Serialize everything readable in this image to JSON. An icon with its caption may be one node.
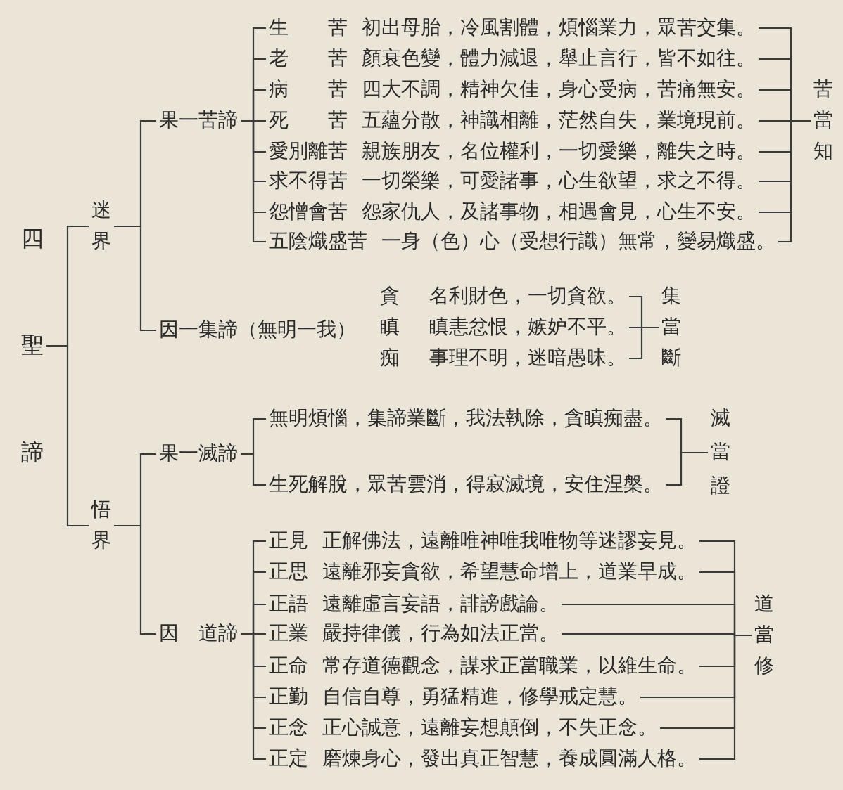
{
  "diagram": {
    "nodes": [
      {
        "text": [
          "四聖諦"
        ]
      },
      {
        "text": [
          "迷界"
        ]
      },
      {
        "text": [
          "悟界"
        ]
      },
      {
        "text": [
          "果一苦諦"
        ]
      },
      {
        "text": [
          "生苦",
          "初出母胎，冷風割體，煩惱業力，眾苦交集。"
        ]
      },
      {
        "text": [
          "老苦",
          "顏衰色變，體力減退，舉止言行，皆不如往。"
        ]
      },
      {
        "text": [
          "病苦",
          "四大不調，精神欠佳，身心受病，苦痛無安。"
        ]
      },
      {
        "text": [
          "死苦",
          "五蘊分散，神識相離，茫然自失，業境現前。"
        ]
      },
      {
        "text": [
          "愛別離苦",
          "親族朋友，名位權利，一切愛樂，離失之時。"
        ]
      },
      {
        "text": [
          "求不得苦",
          "一切榮樂，可愛諸事，心生欲望，求之不得。"
        ]
      },
      {
        "text": [
          "怨憎會苦",
          "怨家仇人，及諸事物，相遇會見，心生不安。"
        ]
      },
      {
        "text": [
          "五陰熾盛苦",
          "一身（色）心（受想行識）無常，變易熾盛。"
        ]
      },
      {
        "text": [
          "苦當知"
        ]
      },
      {
        "text": [
          "因一集諦（無明一我）"
        ]
      },
      {
        "text": [
          "貪",
          "名利財色，一切貪欲。"
        ]
      },
      {
        "text": [
          "瞋",
          "瞋恚忿恨，嫉妒不平。"
        ]
      },
      {
        "text": [
          "痴",
          "事理不明，迷暗愚昧。"
        ]
      },
      {
        "text": [
          "集當斷"
        ]
      },
      {
        "text": [
          "果一滅諦"
        ]
      },
      {
        "text": [
          "無明煩惱，集諦業斷，我法執除，貪瞋痴盡。"
        ]
      },
      {
        "text": [
          "生死解脫，眾苦雲消，得寂滅境，安住涅槃。"
        ]
      },
      {
        "text": [
          "滅當證"
        ]
      },
      {
        "text": [
          "因　道諦"
        ]
      },
      {
        "text": [
          "正見",
          "正解佛法，遠離唯神唯我唯物等迷謬妄見。"
        ]
      },
      {
        "text": [
          "正思",
          "遠離邪妄貪欲，希望慧命增上，道業早成。"
        ]
      },
      {
        "text": [
          "正語",
          "遠離虛言妄語，誹謗戲論。"
        ]
      },
      {
        "text": [
          "正業",
          "嚴持律儀，行為如法正當。"
        ]
      },
      {
        "text": [
          "正命",
          "常存道德觀念，謀求正當職業，以維生命。"
        ]
      },
      {
        "text": [
          "正勤",
          "自信自尊，勇猛精進，修學戒定慧。"
        ]
      },
      {
        "text": [
          "正念",
          "正心誠意，遠離妄想顛倒，不失正念。"
        ]
      },
      {
        "text": [
          "正定",
          "磨煉身心，發出真正智慧，養成圓滿人格。"
        ]
      },
      {
        "text": [
          "道當修"
        ]
      }
    ],
    "edges": [
      {
        "from": 0,
        "to": 1,
        "arrow": "none"
      },
      {
        "from": 0,
        "to": 2,
        "arrow": "none"
      },
      {
        "from": 1,
        "to": 3,
        "arrow": "none"
      },
      {
        "from": 1,
        "to": 13,
        "arrow": "none"
      },
      {
        "from": 3,
        "to": 4,
        "arrow": "none"
      },
      {
        "from": 3,
        "to": 5,
        "arrow": "none"
      },
      {
        "from": 3,
        "to": 6,
        "arrow": "none"
      },
      {
        "from": 3,
        "to": 7,
        "arrow": "none"
      },
      {
        "from": 3,
        "to": 8,
        "arrow": "none"
      },
      {
        "from": 3,
        "to": 9,
        "arrow": "none"
      },
      {
        "from": 3,
        "to": 10,
        "arrow": "none"
      },
      {
        "from": 3,
        "to": 11,
        "arrow": "none"
      },
      {
        "from": 4,
        "to": 12,
        "arrow": "none"
      },
      {
        "from": 5,
        "to": 12,
        "arrow": "none"
      },
      {
        "from": 6,
        "to": 12,
        "arrow": "none"
      },
      {
        "from": 7,
        "to": 12,
        "arrow": "none"
      },
      {
        "from": 8,
        "to": 12,
        "arrow": "none"
      },
      {
        "from": 9,
        "to": 12,
        "arrow": "none"
      },
      {
        "from": 10,
        "to": 12,
        "arrow": "none"
      },
      {
        "from": 11,
        "to": 12,
        "arrow": "none"
      },
      {
        "from": 14,
        "to": 17,
        "arrow": "none"
      },
      {
        "from": 15,
        "to": 17,
        "arrow": "none"
      },
      {
        "from": 16,
        "to": 17,
        "arrow": "none"
      },
      {
        "from": 2,
        "to": 18,
        "arrow": "none"
      },
      {
        "from": 2,
        "to": 22,
        "arrow": "none"
      },
      {
        "from": 18,
        "to": 19,
        "arrow": "none"
      },
      {
        "from": 18,
        "to": 20,
        "arrow": "none"
      },
      {
        "from": 19,
        "to": 21,
        "arrow": "none"
      },
      {
        "from": 20,
        "to": 21,
        "arrow": "none"
      },
      {
        "from": 22,
        "to": 23,
        "arrow": "none"
      },
      {
        "from": 22,
        "to": 24,
        "arrow": "none"
      },
      {
        "from": 22,
        "to": 25,
        "arrow": "none"
      },
      {
        "from": 22,
        "to": 26,
        "arrow": "none"
      },
      {
        "from": 22,
        "to": 27,
        "arrow": "none"
      },
      {
        "from": 22,
        "to": 28,
        "arrow": "none"
      },
      {
        "from": 22,
        "to": 29,
        "arrow": "none"
      },
      {
        "from": 22,
        "to": 30,
        "arrow": "none"
      },
      {
        "from": 23,
        "to": 31,
        "arrow": "none"
      },
      {
        "from": 24,
        "to": 31,
        "arrow": "none"
      },
      {
        "from": 25,
        "to": 31,
        "arrow": "none"
      },
      {
        "from": 26,
        "to": 31,
        "arrow": "none"
      },
      {
        "from": 27,
        "to": 31,
        "arrow": "none"
      },
      {
        "from": 28,
        "to": 31,
        "arrow": "none"
      },
      {
        "from": 29,
        "to": 31,
        "arrow": "none"
      },
      {
        "from": 30,
        "to": 31,
        "arrow": "none"
      }
    ]
  }
}
